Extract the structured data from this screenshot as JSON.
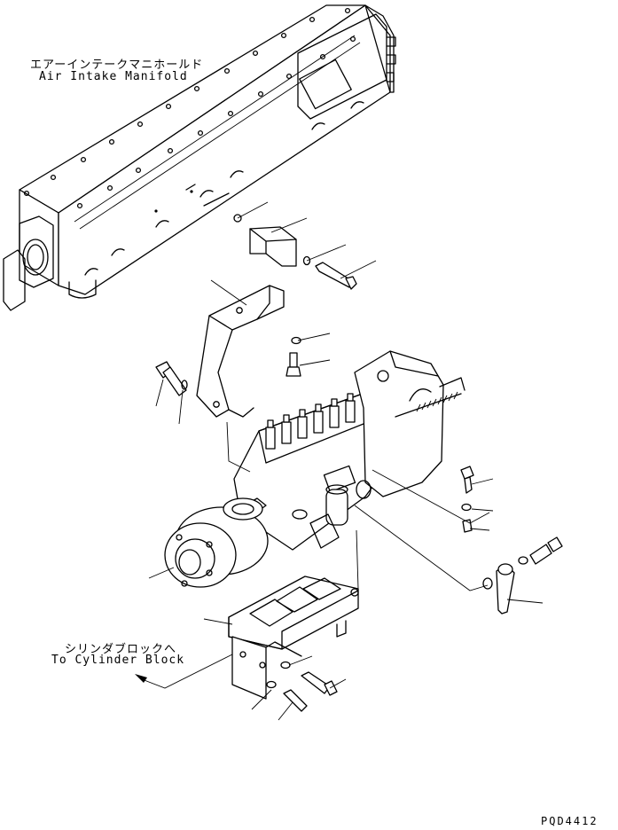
{
  "labels": {
    "manifold_jp": "エアーインテークマニホールド",
    "manifold_en": "Air Intake Manifold",
    "block_jp": "シリンダブロックへ",
    "block_en": "To Cylinder Block",
    "drawing_code": "PQD4412"
  },
  "colors": {
    "line": "#000000",
    "background": "#ffffff"
  }
}
